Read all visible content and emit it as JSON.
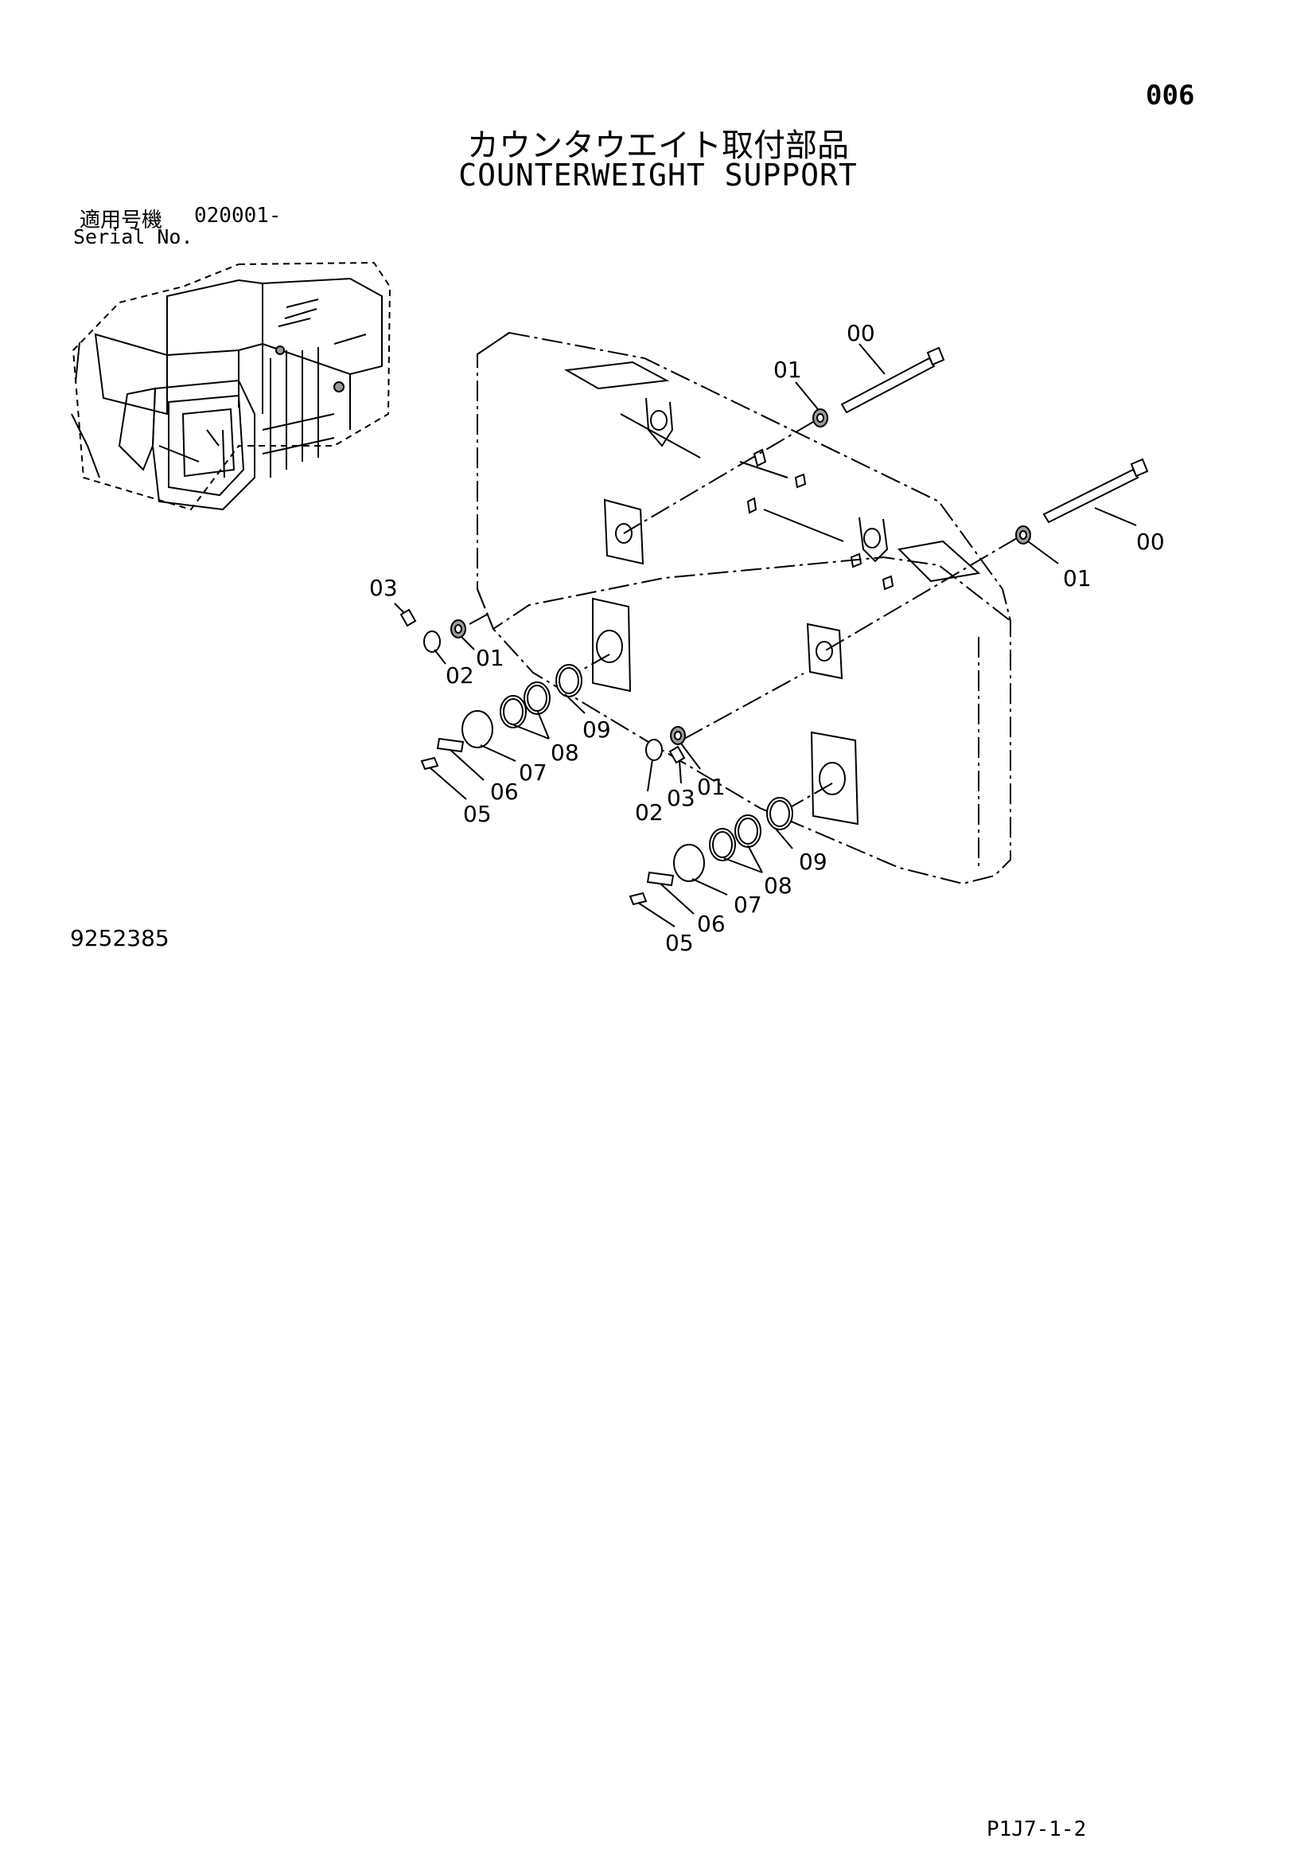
{
  "header": {
    "page_number": "006",
    "title_ja": "カウンタウエイト取付部品",
    "title_en": "COUNTERWEIGHT SUPPORT"
  },
  "serial": {
    "label_ja": "適用号機",
    "number": "020001-",
    "label_en": "Serial No."
  },
  "callouts": {
    "c1": "00",
    "c2": "01",
    "c3": "00",
    "c4": "01",
    "c5": "03",
    "c6": "01",
    "c7": "02",
    "c8": "09",
    "c9": "08",
    "c10": "07",
    "c11": "06",
    "c12": "05",
    "c13": "01",
    "c14": "02",
    "c15": "03",
    "c16": "09",
    "c17": "08",
    "c18": "07",
    "c19": "06",
    "c20": "05"
  },
  "footer": {
    "drawing_number": "9252385",
    "page_code": "P1J7-1-2"
  }
}
